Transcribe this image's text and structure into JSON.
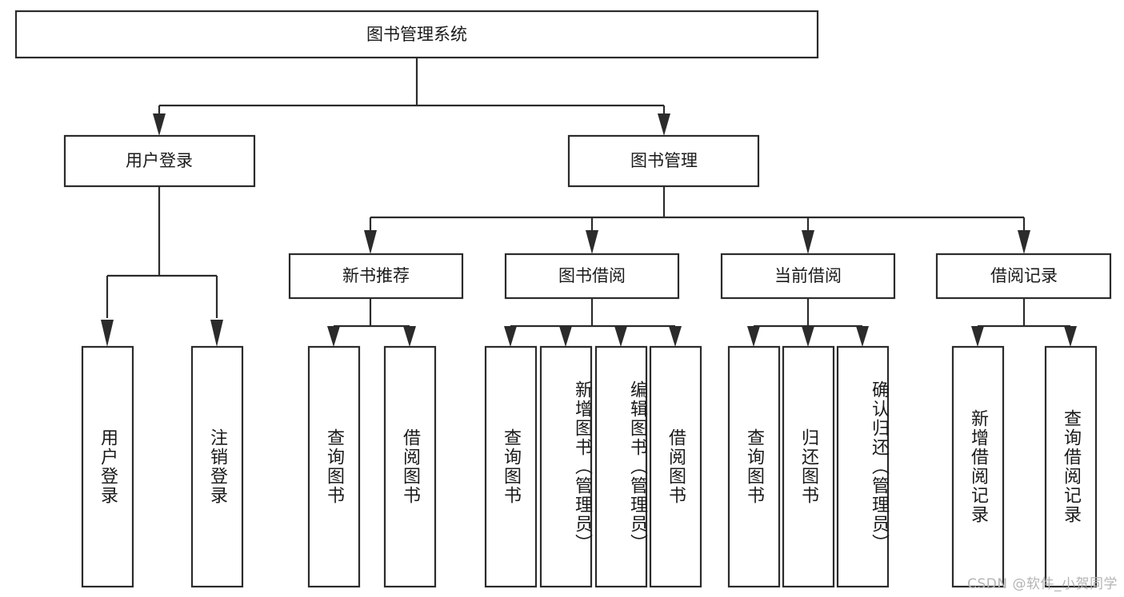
{
  "diagram": {
    "title": "图书管理系统",
    "type": "tree-hierarchy-chart",
    "colors": {
      "box_stroke": "#2b2b2b",
      "box_fill": "#ffffff",
      "text": "#1a1a1a",
      "background": "#ffffff",
      "watermark": "#b4b4b4"
    },
    "root": {
      "id": "root",
      "label": "图书管理系统"
    },
    "level2": [
      {
        "id": "user-login",
        "label": "用户登录"
      },
      {
        "id": "book-management",
        "label": "图书管理"
      }
    ],
    "level3": [
      {
        "id": "new-book-recommend",
        "label": "新书推荐",
        "parent": "book-management"
      },
      {
        "id": "book-borrow",
        "label": "图书借阅",
        "parent": "book-management"
      },
      {
        "id": "current-borrow",
        "label": "当前借阅",
        "parent": "book-management"
      },
      {
        "id": "borrow-record",
        "label": "借阅记录",
        "parent": "book-management"
      }
    ],
    "leaves": {
      "user-login": [
        {
          "id": "leaf-user-login",
          "label": "用户登录"
        },
        {
          "id": "leaf-logout-login",
          "label": "注销登录"
        }
      ],
      "new-book-recommend": [
        {
          "id": "leaf-query-book-1",
          "label": "查询图书"
        },
        {
          "id": "leaf-borrow-book-1",
          "label": "借阅图书"
        }
      ],
      "book-borrow": [
        {
          "id": "leaf-query-book-2",
          "label": "查询图书"
        },
        {
          "id": "leaf-add-book",
          "label": "新增图书（管理员）"
        },
        {
          "id": "leaf-edit-book",
          "label": "编辑图书（管理员）"
        },
        {
          "id": "leaf-borrow-book-2",
          "label": "借阅图书"
        }
      ],
      "current-borrow": [
        {
          "id": "leaf-query-book-3",
          "label": "查询图书"
        },
        {
          "id": "leaf-return-book",
          "label": "归还图书"
        },
        {
          "id": "leaf-confirm-return",
          "label": "确认归还（管理员）"
        }
      ],
      "borrow-record": [
        {
          "id": "leaf-add-record",
          "label": "新增借阅记录"
        },
        {
          "id": "leaf-query-record",
          "label": "查询借阅记录"
        }
      ]
    },
    "watermark": "CSDN @软件_小贺同学"
  }
}
